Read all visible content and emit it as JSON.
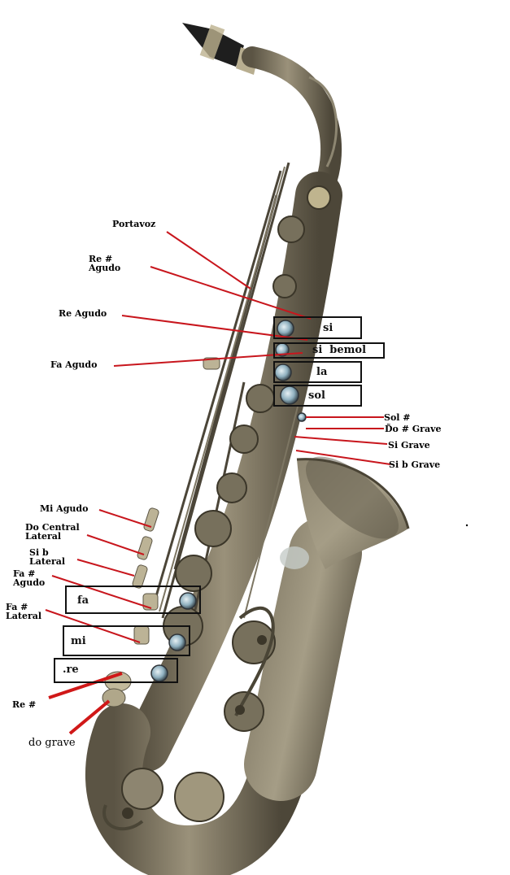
{
  "diagram": {
    "title": "Saxophone key diagram",
    "colors": {
      "leader_line": "#c8161d",
      "body": "#8a8068",
      "box_border": "#111111"
    },
    "left_labels": {
      "portavoz": "Portavoz",
      "re_sharp_agudo": "Re #\nAgudo",
      "re_agudo": "Re Agudo",
      "fa_agudo": "Fa Agudo",
      "mi_agudo": "Mi Agudo",
      "do_central_lateral": "Do Central\nLateral",
      "si_b_lateral": "Si b\nLateral",
      "fa_sharp_agudo": "Fa #\nAgudo",
      "fa_sharp_lateral": "Fa #\nLateral",
      "re_sharp": "Re #",
      "do_grave": "do grave"
    },
    "right_labels": {
      "sol_sharp": "Sol #",
      "do_sharp_grave": "D̃o # Grave",
      "si_grave": "Si Grave",
      "si_b_grave": "Si b Grave"
    },
    "boxes": {
      "si": "si",
      "si_bemol": "si  bemol",
      "la": "la",
      "sol": "sol",
      "fa": "fa",
      "mi": "mi",
      "re": ".re"
    }
  }
}
